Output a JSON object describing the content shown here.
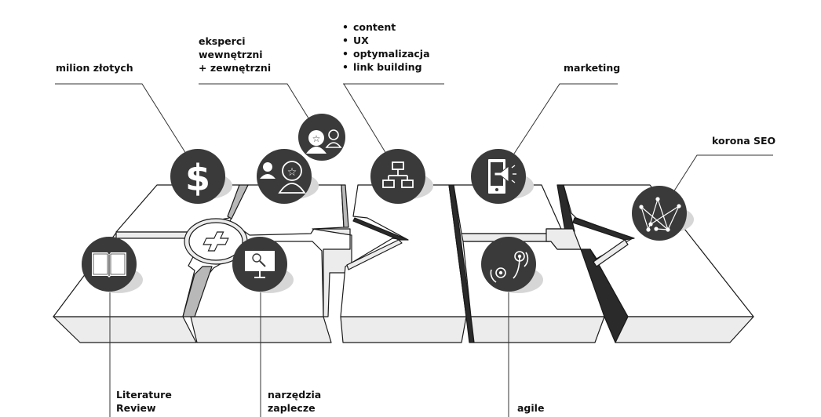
{
  "diagram": {
    "title": "",
    "colors": {
      "background": "#ffffff",
      "tile_top": "#ffffff",
      "tile_side": "#ececec",
      "gap_light": "#b8b8b8",
      "gap_dark": "#2a2a2a",
      "icon_circle": "#3a3a3a",
      "icon_glyph": "#ffffff",
      "shadow": "#d6d6d6",
      "outline": "#1a1a1a"
    },
    "labels": {
      "milion": "milion złotych",
      "eksperci": [
        "eksperci",
        "wewnętrzni",
        "+ zewnętrzni"
      ],
      "seo_tasks": [
        "content",
        "UX",
        "optymalizacja",
        "link building"
      ],
      "marketing": "marketing",
      "korona": "korona SEO",
      "literature": [
        "Literature",
        "Review"
      ],
      "narzedzia": [
        "narzędzia",
        "zaplecze"
      ],
      "agile": "agile"
    },
    "icons": {
      "milion": "dollar-icon",
      "eksperci_top": "people-star-icon",
      "eksperci_bottom": "people-star-icon",
      "seo_tasks": "sitemap-icon",
      "marketing": "mobile-megaphone-icon",
      "korona": "crown-network-icon",
      "literature": "open-book-icon",
      "narzedzia": "monitor-search-icon",
      "agile": "gears-cycle-icon",
      "center": "plus-icon"
    }
  }
}
